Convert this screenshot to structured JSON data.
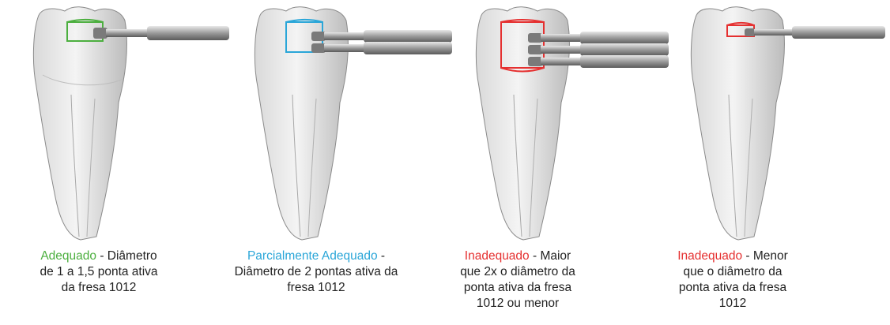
{
  "colors": {
    "green": "#4caf3f",
    "blue": "#2aa6d8",
    "red": "#e53030",
    "text": "#222222"
  },
  "panels": [
    {
      "id": "adequado",
      "highlight": "Adequado",
      "highlight_color": "#4caf3f",
      "lines": [
        " - Diâmetro",
        "de 1 a 1,5 ponta ativa",
        "da fresa 1012"
      ],
      "burs": 1
    },
    {
      "id": "parcialmente",
      "highlight": "Parcialmente Adequado",
      "highlight_color": "#2aa6d8",
      "lines": [
        " -",
        "Diâmetro de 2 pontas ativa da",
        "fresa 1012"
      ],
      "burs": 2
    },
    {
      "id": "inadequado-maior",
      "highlight": "Inadequado",
      "highlight_color": "#e53030",
      "lines": [
        " - Maior",
        "que 2x o diâmetro da",
        "ponta ativa da fresa",
        "1012 ou menor"
      ],
      "burs": 3
    },
    {
      "id": "inadequado-menor",
      "highlight": "Inadequado",
      "highlight_color": "#e53030",
      "lines": [
        " - Menor",
        "que o diâmetro da",
        "ponta ativa da fresa",
        "1012"
      ],
      "burs": 1
    }
  ]
}
